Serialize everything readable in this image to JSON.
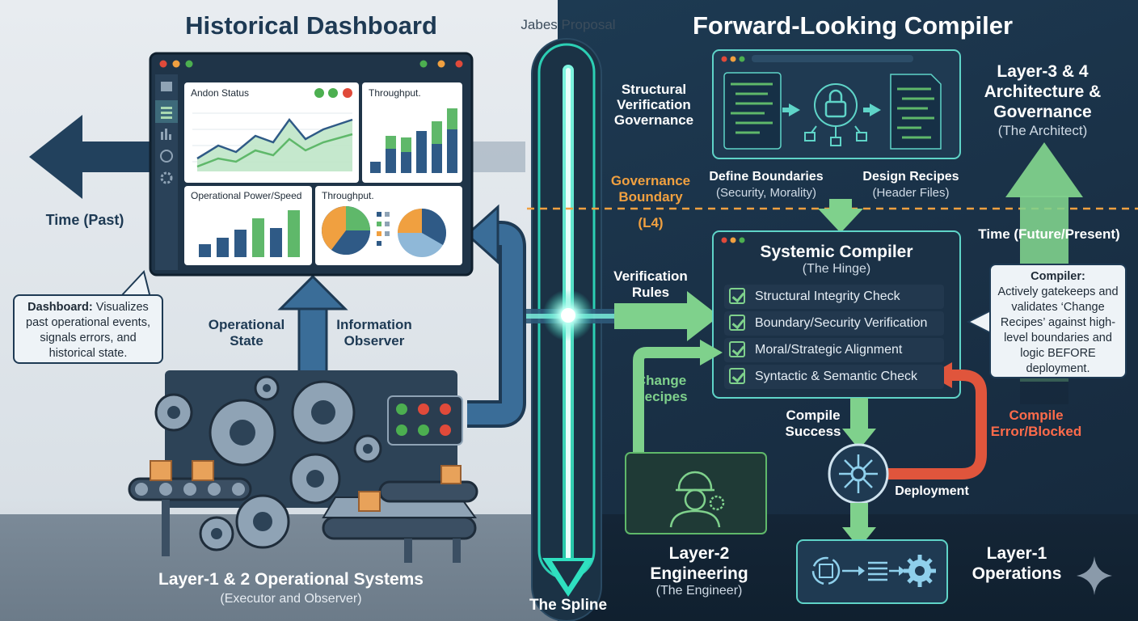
{
  "header": {
    "left_title": "Historical Dashboard",
    "right_title": "Forward-Looking Compiler",
    "center_caption": "Jabes Proposal"
  },
  "dashboard": {
    "card1_title": "Andon Status",
    "card2_title": "Throughput.",
    "card3_title": "Operational Power/Speed",
    "card4_title": "Throughput.",
    "bubble_lead": "Dashboard:",
    "bubble_text": "Visualizes past operational events, signals errors, and historical state."
  },
  "left_labels": {
    "time_past": "Time (Past)",
    "operational_state": "Operational\nState",
    "information_observer": "Information\nObserver",
    "systems_title": "Layer-1 & 2 Operational Systems",
    "systems_subtitle": "(Executor and Observer)"
  },
  "spline": {
    "label": "The Spline"
  },
  "governance": {
    "left_label": "Structural\nVerification\nGovernance",
    "boundary_label": "Governance\nBoundary",
    "boundary_level": "(L4)",
    "define_boundaries": "Define Boundaries",
    "define_boundaries_sub": "(Security, Morality)",
    "design_recipes": "Design Recipes",
    "design_recipes_sub": "(Header Files)"
  },
  "architect": {
    "title": "Layer-3 & 4\nArchitecture &\nGovernance",
    "subtitle": "(The Architect)",
    "time_future": "Time (Future/Present)"
  },
  "compiler": {
    "title": "Systemic Compiler",
    "subtitle": "(The Hinge)",
    "checks": [
      "Structural Integrity Check",
      "Boundary/Security Verification",
      "Moral/Strategic Alignment",
      "Syntactic & Semantic Check"
    ],
    "verification_rules": "Verification\nRules",
    "change_recipes": "Change\nRecipes",
    "compile_success": "Compile\nSuccess",
    "compile_error": "Compile\nError/Blocked",
    "deployment": "Deployment",
    "bubble_lead": "Compiler:",
    "bubble_text": "Actively gatekeeps and validates ‘Change Recipes’ against high-level boundaries and logic BEFORE deployment."
  },
  "engineering": {
    "title": "Layer-2\nEngineering",
    "subtitle": "(The Engineer)"
  },
  "operations": {
    "title": "Layer-1\nOperations"
  },
  "colors": {
    "navy": "#1e3a54",
    "green": "#7fd18c",
    "teal": "#2fe0c0",
    "orange": "#f0a040",
    "red": "#ff6b4a",
    "chart_blue": "#2f5a86",
    "chart_green": "#5fb86a"
  }
}
